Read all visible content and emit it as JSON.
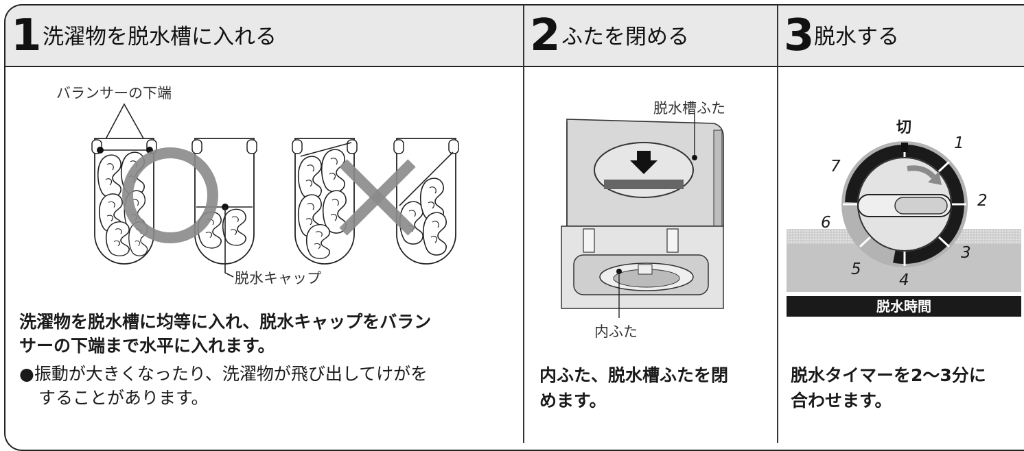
{
  "steps": [
    {
      "number": "1",
      "title": "洗濯物を脱水槽に入れる"
    },
    {
      "number": "2",
      "title": "ふたを閉める"
    },
    {
      "number": "3",
      "title": "脱水する"
    }
  ],
  "step1": {
    "label_balancer": "バランサーの下端",
    "label_cap": "脱水キャップ",
    "instruction_line1": "洗濯物を脱水槽に均等に入れ、脱水キャップをバラン",
    "instruction_line2": "サーの下端まで水平に入れます。",
    "note_line1": "●振動が大きくなったり、洗濯物が飛び出してけがを",
    "note_line2": "することがあります。"
  },
  "step2": {
    "label_lid": "脱水槽ふた",
    "label_inner_lid": "内ふた",
    "instruction_line1": "内ふた、脱水槽ふたを閉",
    "instruction_line2": "めます。"
  },
  "step3": {
    "dial_off": "切",
    "dial_numbers": [
      "1",
      "2",
      "3",
      "4",
      "5",
      "6",
      "7"
    ],
    "dial_caption": "脱水時間",
    "instruction_line1": "脱水タイマーを2～3分に",
    "instruction_line2": "合わせます。"
  },
  "colors": {
    "header_bg": "#e9e9e9",
    "ring_gray": "#9a9a9a",
    "caption_bg": "#1a1a1a"
  }
}
